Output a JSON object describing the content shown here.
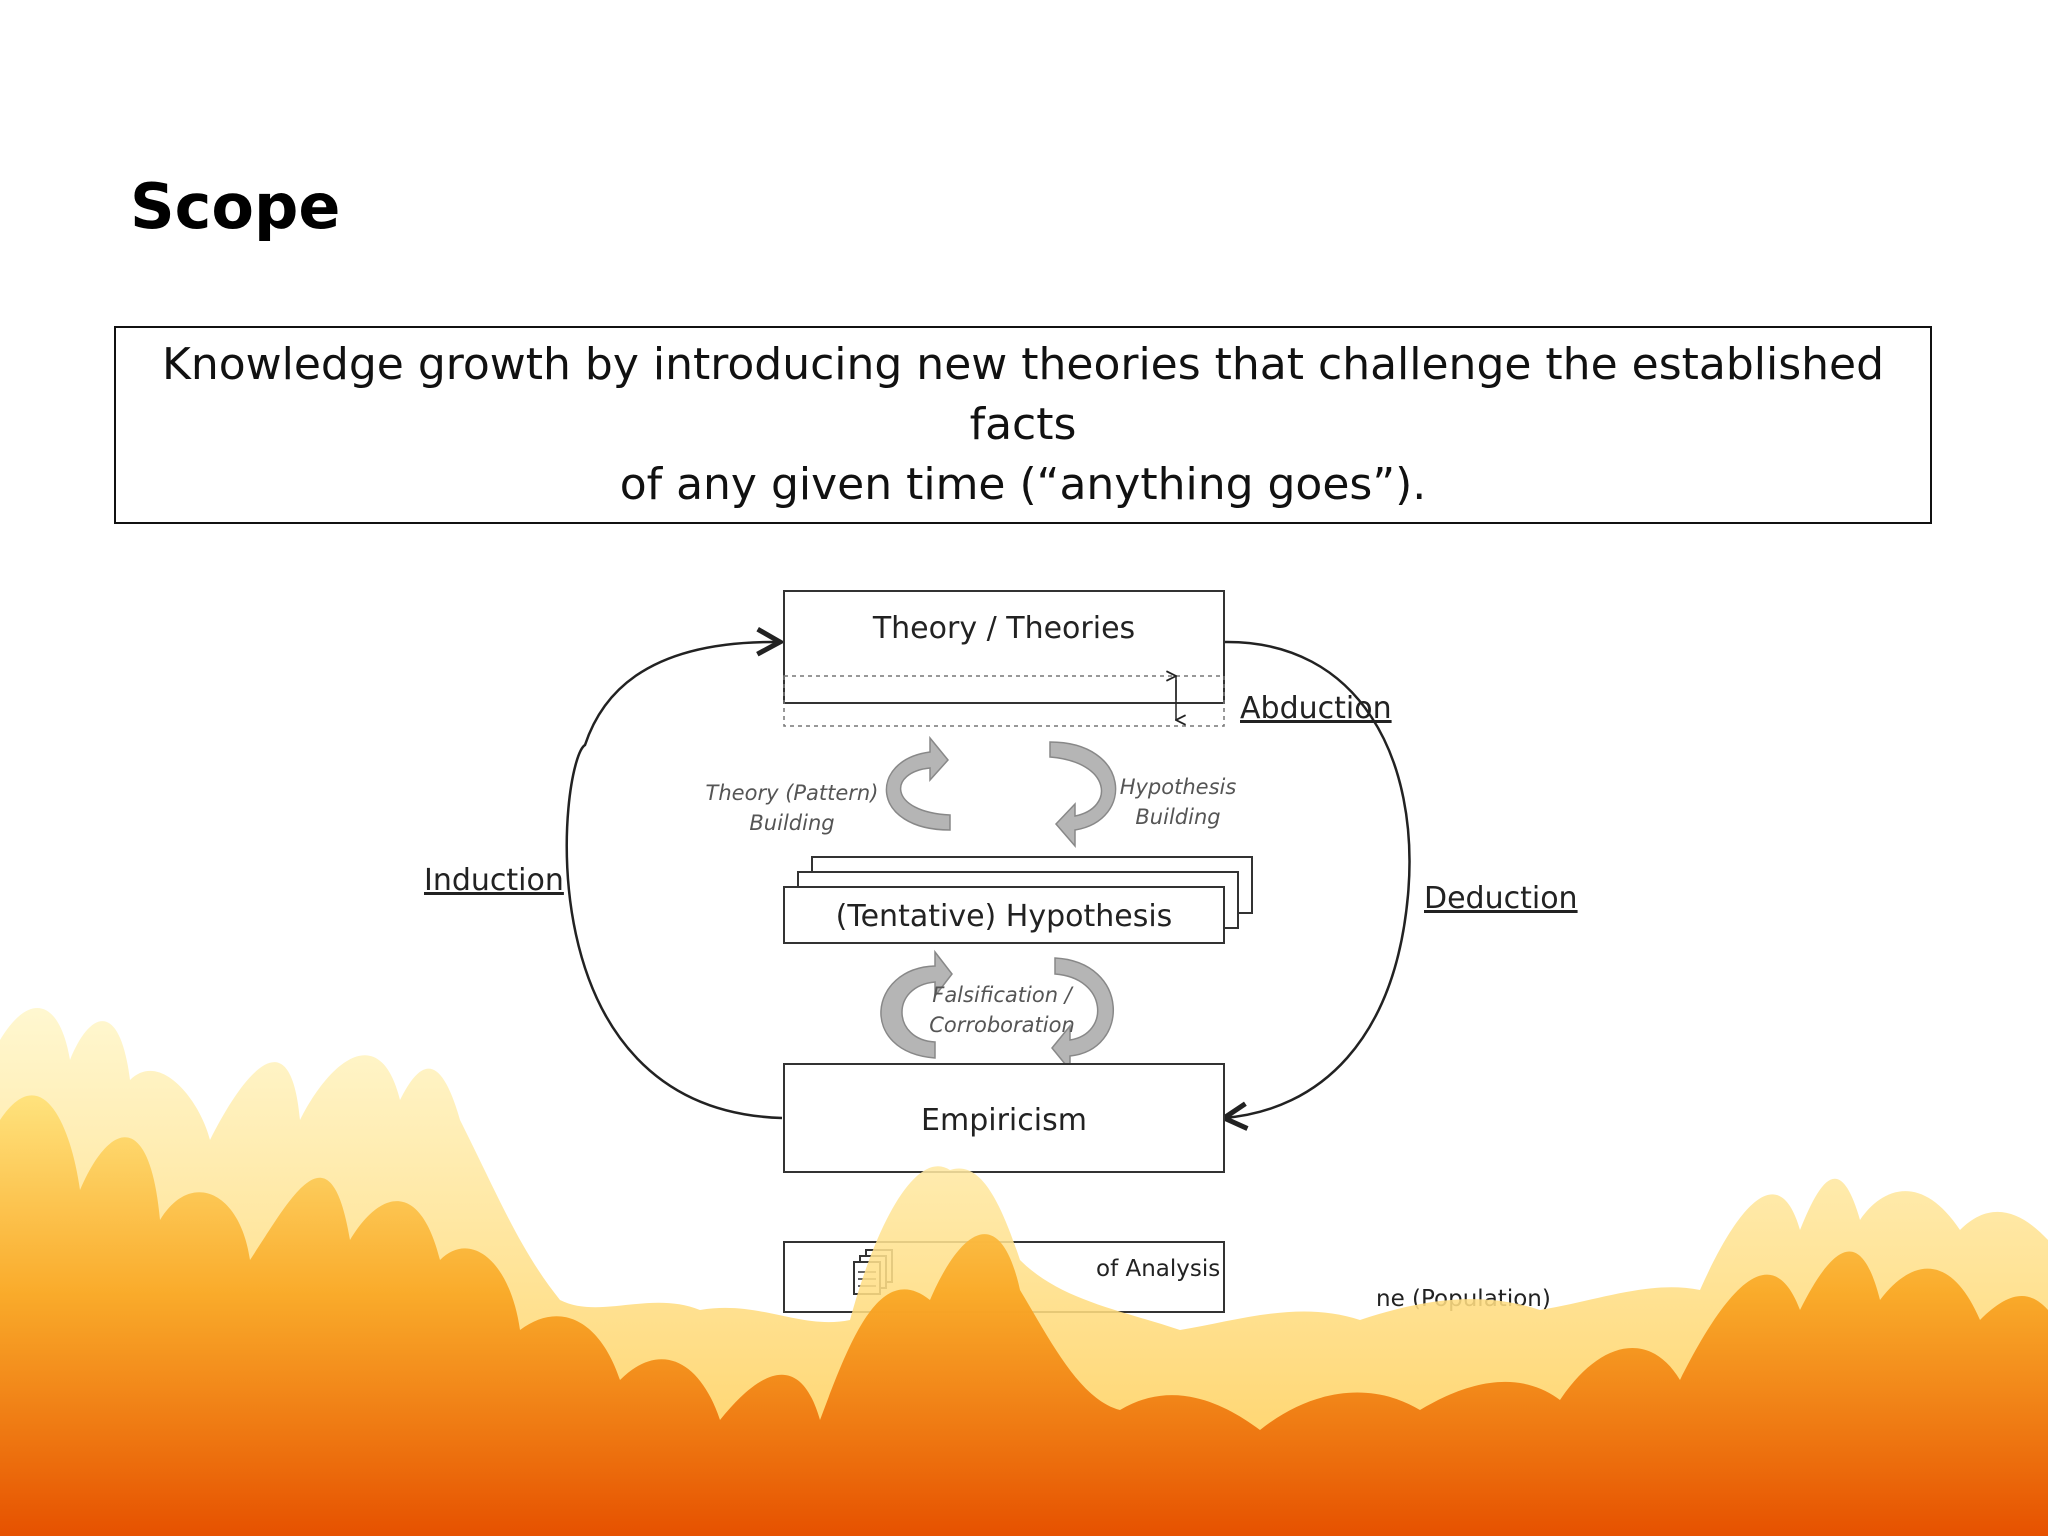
{
  "slide": {
    "title": "Scope",
    "definition_line1": "Knowledge growth by introducing new theories that challenge the established facts",
    "definition_line2": "of any given time (“anything goes”)."
  },
  "diagram": {
    "theory_box": "Theory / Theories",
    "hypothesis_box": "(Tentative) Hypothesis",
    "empiricism_box": "Empiricism",
    "abduction": "Abduction",
    "induction": "Induction",
    "deduction": "Deduction",
    "theory_building_line1": "Theory (Pattern)",
    "theory_building_line2": "Building",
    "hypothesis_building_line1": "Hypothesis",
    "hypothesis_building_line2": "Building",
    "falsification_line1": "Falsification /",
    "falsification_line2": "Corroboration",
    "unit_of_analysis_partial": "of Analysis",
    "population_partial": "ne (Population)"
  },
  "colors": {
    "fire_light": "#ffe27a",
    "fire_mid": "#f9a825",
    "fire_dark": "#e65100",
    "arrow_gray": "#b5b5b5"
  },
  "icons": {
    "document": "document-stack-icon"
  }
}
